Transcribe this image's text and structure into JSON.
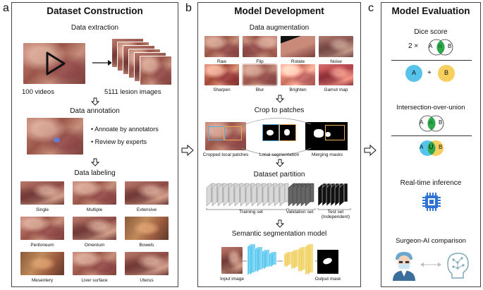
{
  "panel_a": {
    "letter": "a",
    "title": "Dataset Construction",
    "extraction": "Data extraction",
    "videos_label": "100 videos",
    "images_label": "5111 lesion images",
    "annotation": "Data annotation",
    "bullets": [
      "Annoate by annotators",
      "Review by experts"
    ],
    "labeling": "Data labeling",
    "grid_labels": [
      "Single",
      "Multiple",
      "Extensive",
      "Peritoneum",
      "Omentum",
      "Bowels",
      "Mesentery",
      "Liver surface",
      "Uterus"
    ]
  },
  "panel_b": {
    "letter": "b",
    "title": "Model Development",
    "augmentation": "Data augmentation",
    "aug_labels": [
      "Raw",
      "Flip",
      "Rotate",
      "Noise",
      "Sharpen",
      "Blur",
      "Brighten",
      "Gamut map"
    ],
    "crop": "Crop to patches",
    "crop_labels": [
      "Cropped local patches",
      "Local segmentation",
      "Merging masks"
    ],
    "partition": "Dataset  partition",
    "partition_labels": [
      "Training set",
      "Validation set",
      "Test set",
      "(Independent)"
    ],
    "semantic": "Semantic segmentation model",
    "io_labels": [
      "Input image",
      "Output mask"
    ]
  },
  "panel_c": {
    "letter": "c",
    "title": "Model Evaluation",
    "dice": "Dice score",
    "dice_factor": "2 ×",
    "iou": "Intersection-over-union",
    "realtime": "Real-time inference",
    "comparison": "Surgeon-AI comparison",
    "set_a": "A",
    "set_b": "B",
    "intersect_symbol": "∩",
    "union_symbol": "U",
    "plus": "+"
  },
  "colors": {
    "set_a": "#56c4ea",
    "set_b": "#f7cf5e",
    "intersect": "#2aa84a",
    "chip": "#2f73d6",
    "encoder": "#58c8f0",
    "decoder": "#f0d060"
  }
}
